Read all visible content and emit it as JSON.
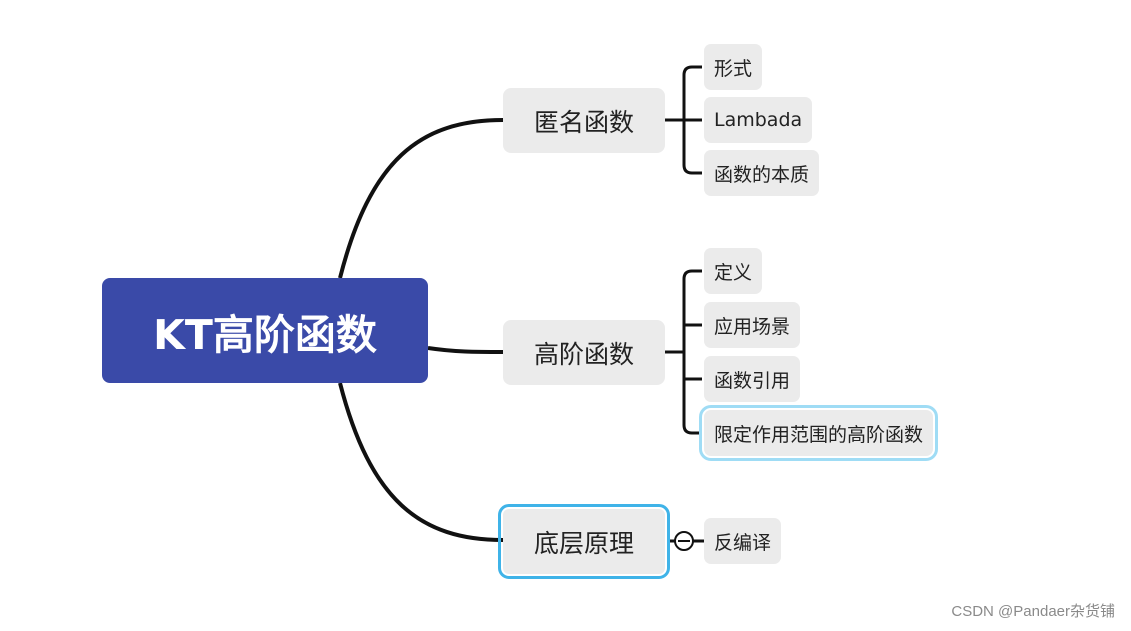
{
  "mindmap": {
    "root": {
      "label": "KT高阶函数"
    },
    "branches": [
      {
        "label": "匿名函数",
        "children": [
          "形式",
          "Lambada",
          "函数的本质"
        ]
      },
      {
        "label": "高阶函数",
        "children": [
          "定义",
          "应用场景",
          "函数引用",
          "限定作用范围的高阶函数"
        ]
      },
      {
        "label": "底层原理",
        "children": [
          "反编译"
        ]
      }
    ]
  },
  "colors": {
    "root_fill": "#3a4aa8",
    "node_fill": "#ebebeb",
    "connector": "#111111",
    "selection": "#3fb3e8"
  },
  "watermark": "CSDN @Pandaer杂货铺"
}
